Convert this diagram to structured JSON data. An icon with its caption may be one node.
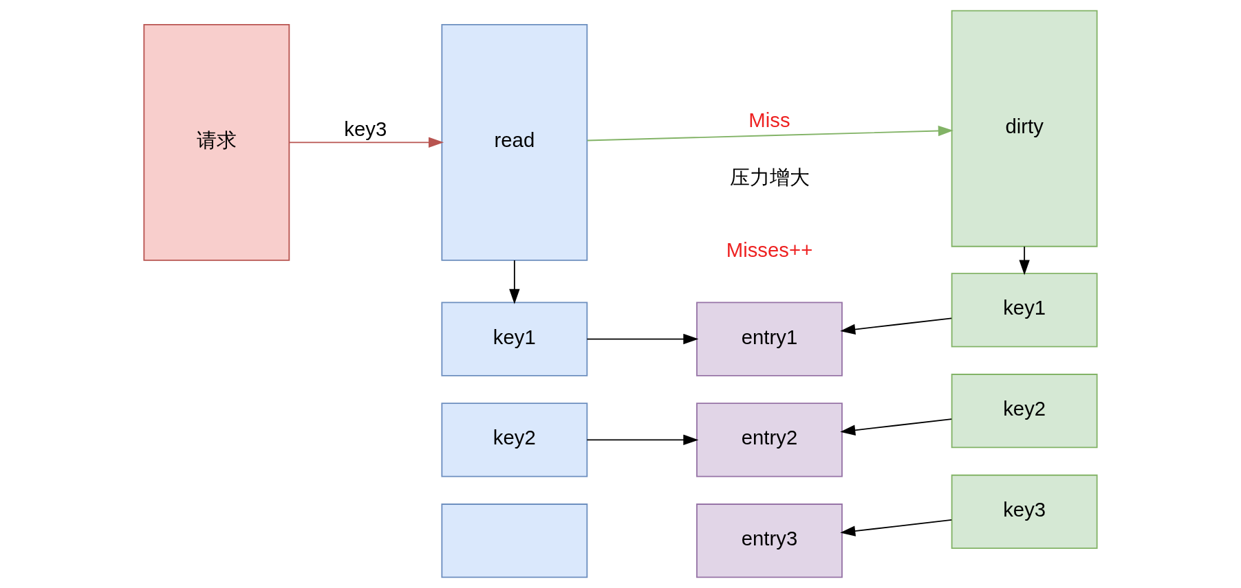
{
  "diagram": {
    "nodes": [
      {
        "text": [
          "请求"
        ]
      },
      {
        "text": [
          "read"
        ]
      },
      {
        "text": [
          "dirty"
        ]
      },
      {
        "text": [
          "key1"
        ]
      },
      {
        "text": [
          "key2"
        ]
      },
      {
        "text": [],
        "shape": "box"
      },
      {
        "text": [
          "entry1"
        ]
      },
      {
        "text": [
          "entry2"
        ]
      },
      {
        "text": [
          "entry3"
        ]
      },
      {
        "text": [
          "key1"
        ]
      },
      {
        "text": [
          "key2"
        ]
      },
      {
        "text": [
          "key3"
        ]
      }
    ],
    "edges": [
      {
        "from": 0,
        "to": 1,
        "arrow": "to",
        "label": "key3",
        "color": "#b85450"
      },
      {
        "from": 1,
        "to": 2,
        "arrow": "to",
        "label": "Miss",
        "color": "#82b366"
      },
      {
        "from": 1,
        "to": 3,
        "arrow": "to"
      },
      {
        "from": 2,
        "to": 9,
        "arrow": "to"
      },
      {
        "from": 3,
        "to": 6,
        "arrow": "to"
      },
      {
        "from": 4,
        "to": 7,
        "arrow": "to"
      },
      {
        "from": 9,
        "to": 6,
        "arrow": "to"
      },
      {
        "from": 10,
        "to": 7,
        "arrow": "to"
      },
      {
        "from": 11,
        "to": 8,
        "arrow": "to"
      }
    ],
    "labels": [
      "压力增大",
      "Misses++"
    ]
  }
}
